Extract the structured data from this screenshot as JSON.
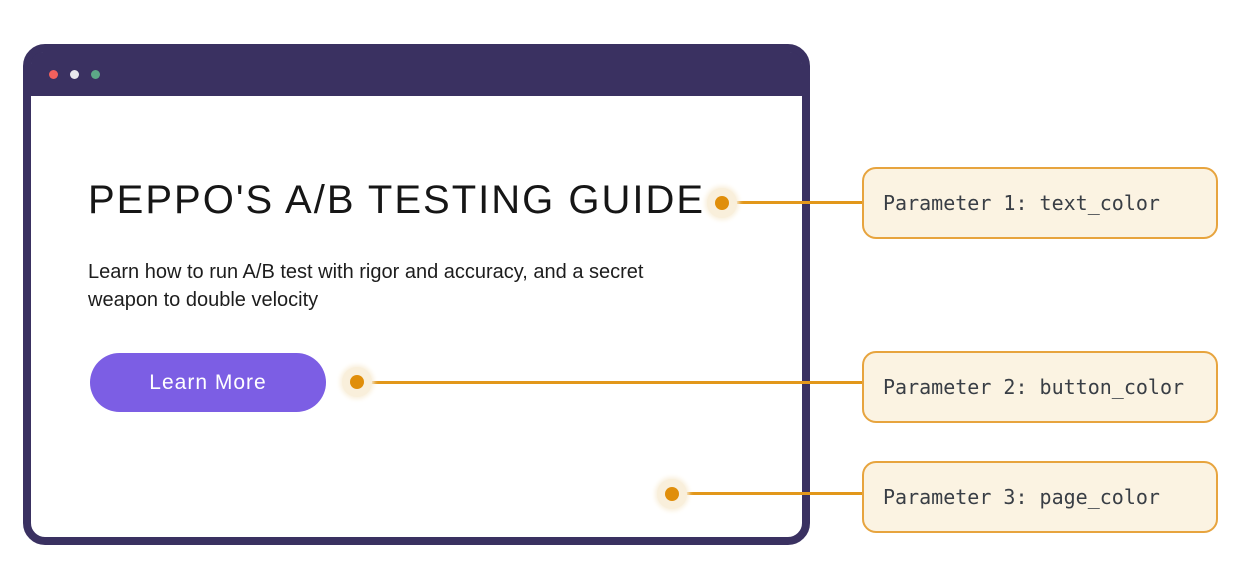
{
  "browser_window": {
    "heading": "PEPPO'S A/B TESTING GUIDE",
    "subtitle": "Learn how to run A/B test with rigor and accuracy, and a secret weapon to double velocity",
    "button_label": "Learn More"
  },
  "annotations": [
    {
      "label": "Parameter 1: text_color"
    },
    {
      "label": "Parameter 2: button_color"
    },
    {
      "label": "Parameter 3: page_color"
    }
  ],
  "colors": {
    "window_frame": "#3a3161",
    "page_bg": "#ffffff",
    "text_color": "#161616",
    "button_color": "#7c5ee4",
    "button_text": "#ffffff",
    "callout_bg": "#fbf3e2",
    "callout_border": "#e7a43e",
    "callout_text": "#393e45",
    "connector": "#e2971a",
    "marker_dot": "#e08e0a",
    "marker_halo": "#f9efdb",
    "traffic_red": "#f2605d",
    "traffic_white": "#e9e8ec",
    "traffic_green": "#5ca887"
  }
}
